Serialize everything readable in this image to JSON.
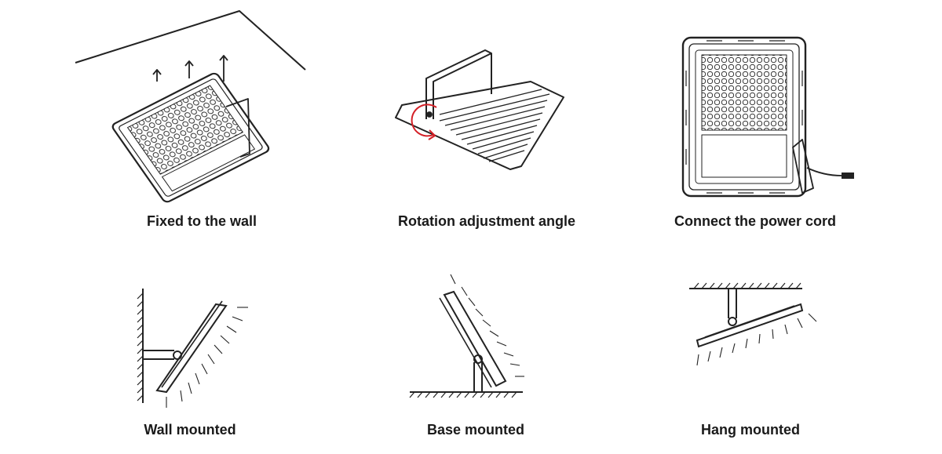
{
  "captions": {
    "fixed": "Fixed to the wall",
    "rotation": "Rotation adjustment angle",
    "power": "Connect the power cord",
    "wall": "Wall mounted",
    "base": "Base mounted",
    "hang": "Hang mounted"
  },
  "colors": {
    "line": "#222222",
    "accent": "#d42027",
    "background": "#ffffff"
  },
  "icons": [
    "arrow-up-icon",
    "rotation-arrow-icon",
    "led-dot-icon",
    "power-plug-icon",
    "light-ray-icon"
  ]
}
